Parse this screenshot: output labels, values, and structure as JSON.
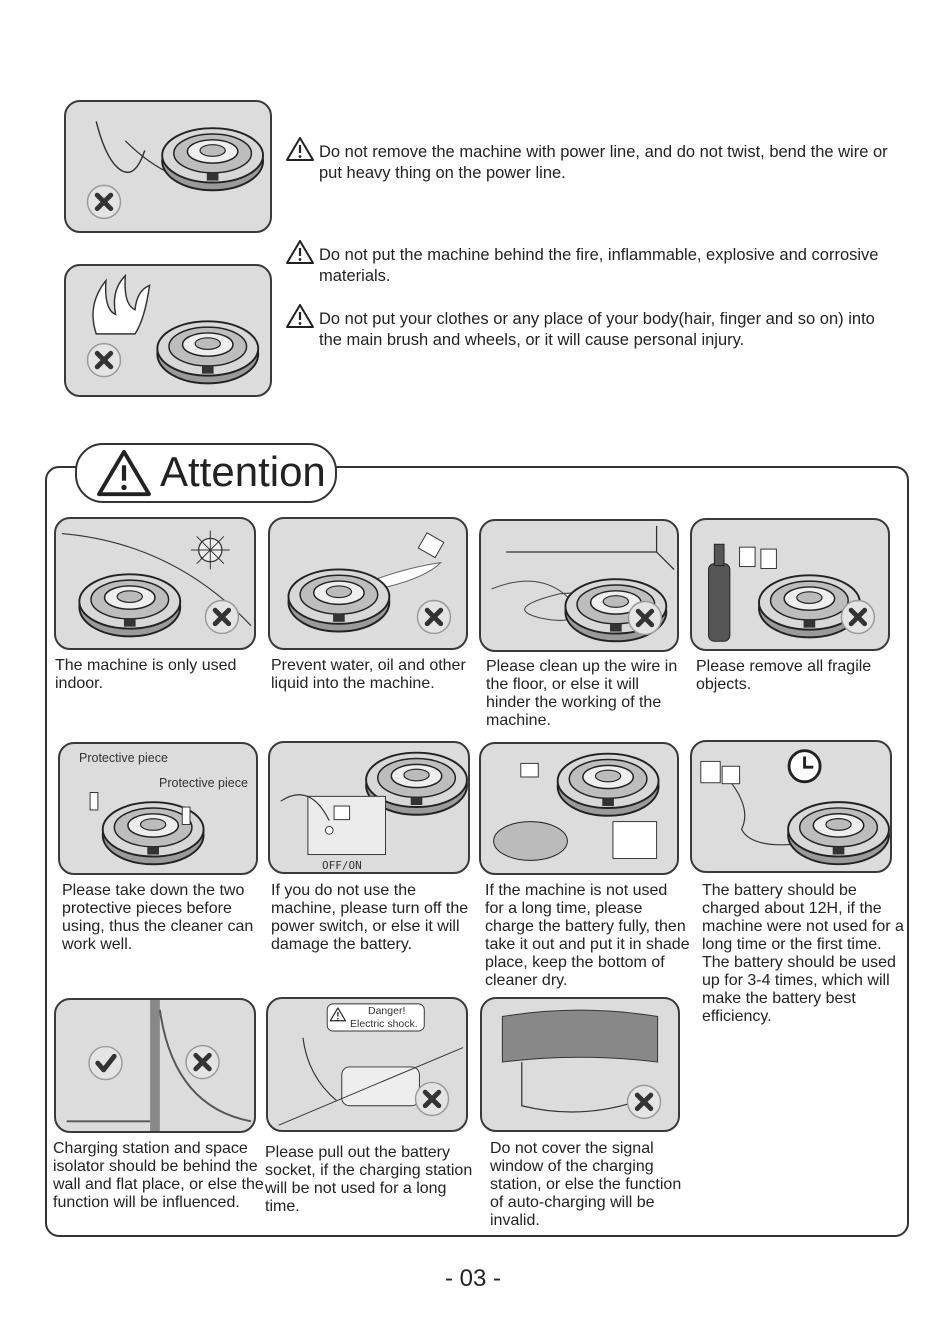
{
  "warnings": [
    {
      "text": "Do not remove the machine with power line, and do not twist, bend the wire or put heavy thing on the power line."
    },
    {
      "text": "Do not put the machine behind the fire, inflammable, explosive and corrosive materials."
    },
    {
      "text": "Do not put your clothes or any place of your body(hair, finger and so on) into the main brush and wheels, or it will cause personal injury."
    }
  ],
  "attention": {
    "title": "Attention",
    "items": [
      {
        "caption": "The machine is only used indoor."
      },
      {
        "caption": "Prevent water, oil and other liquid into the machine."
      },
      {
        "caption": "Please clean up the wire in the floor, or else it will hinder the working of the machine."
      },
      {
        "caption": "Please remove all fragile objects."
      },
      {
        "caption": "Please take down the two protective pieces before using, thus the cleaner can work well."
      },
      {
        "caption": "If you do not use the machine, please turn off the power switch, or else it will damage the battery."
      },
      {
        "caption": "If the machine is not used for a long time, please charge the battery fully, then take it out and put it in shade place, keep the bottom of cleaner dry."
      },
      {
        "caption": "The battery should be charged about 12H, if the machine were not used for a long time or the first time. The battery should be used up for 3-4 times, which will make the battery best efficiency."
      },
      {
        "caption": "Charging station and space isolator should be behind the wall and flat place, or else the function will be influenced."
      },
      {
        "caption": "Please pull out the battery socket, if the charging station will be not used for a long time."
      },
      {
        "caption": "Do not cover the signal window of the charging station, or else the function of auto-charging will be invalid."
      }
    ],
    "labels": {
      "protective_piece_1": "Protective piece",
      "protective_piece_2": "Protective piece",
      "off_on": "OFF/ON",
      "danger_1": "Danger!",
      "danger_2": "Electric shock."
    }
  },
  "page_number": "- 03 -",
  "colors": {
    "panel_bg": "#dcdcdc",
    "border": "#333333",
    "x_mark": "#333333"
  }
}
